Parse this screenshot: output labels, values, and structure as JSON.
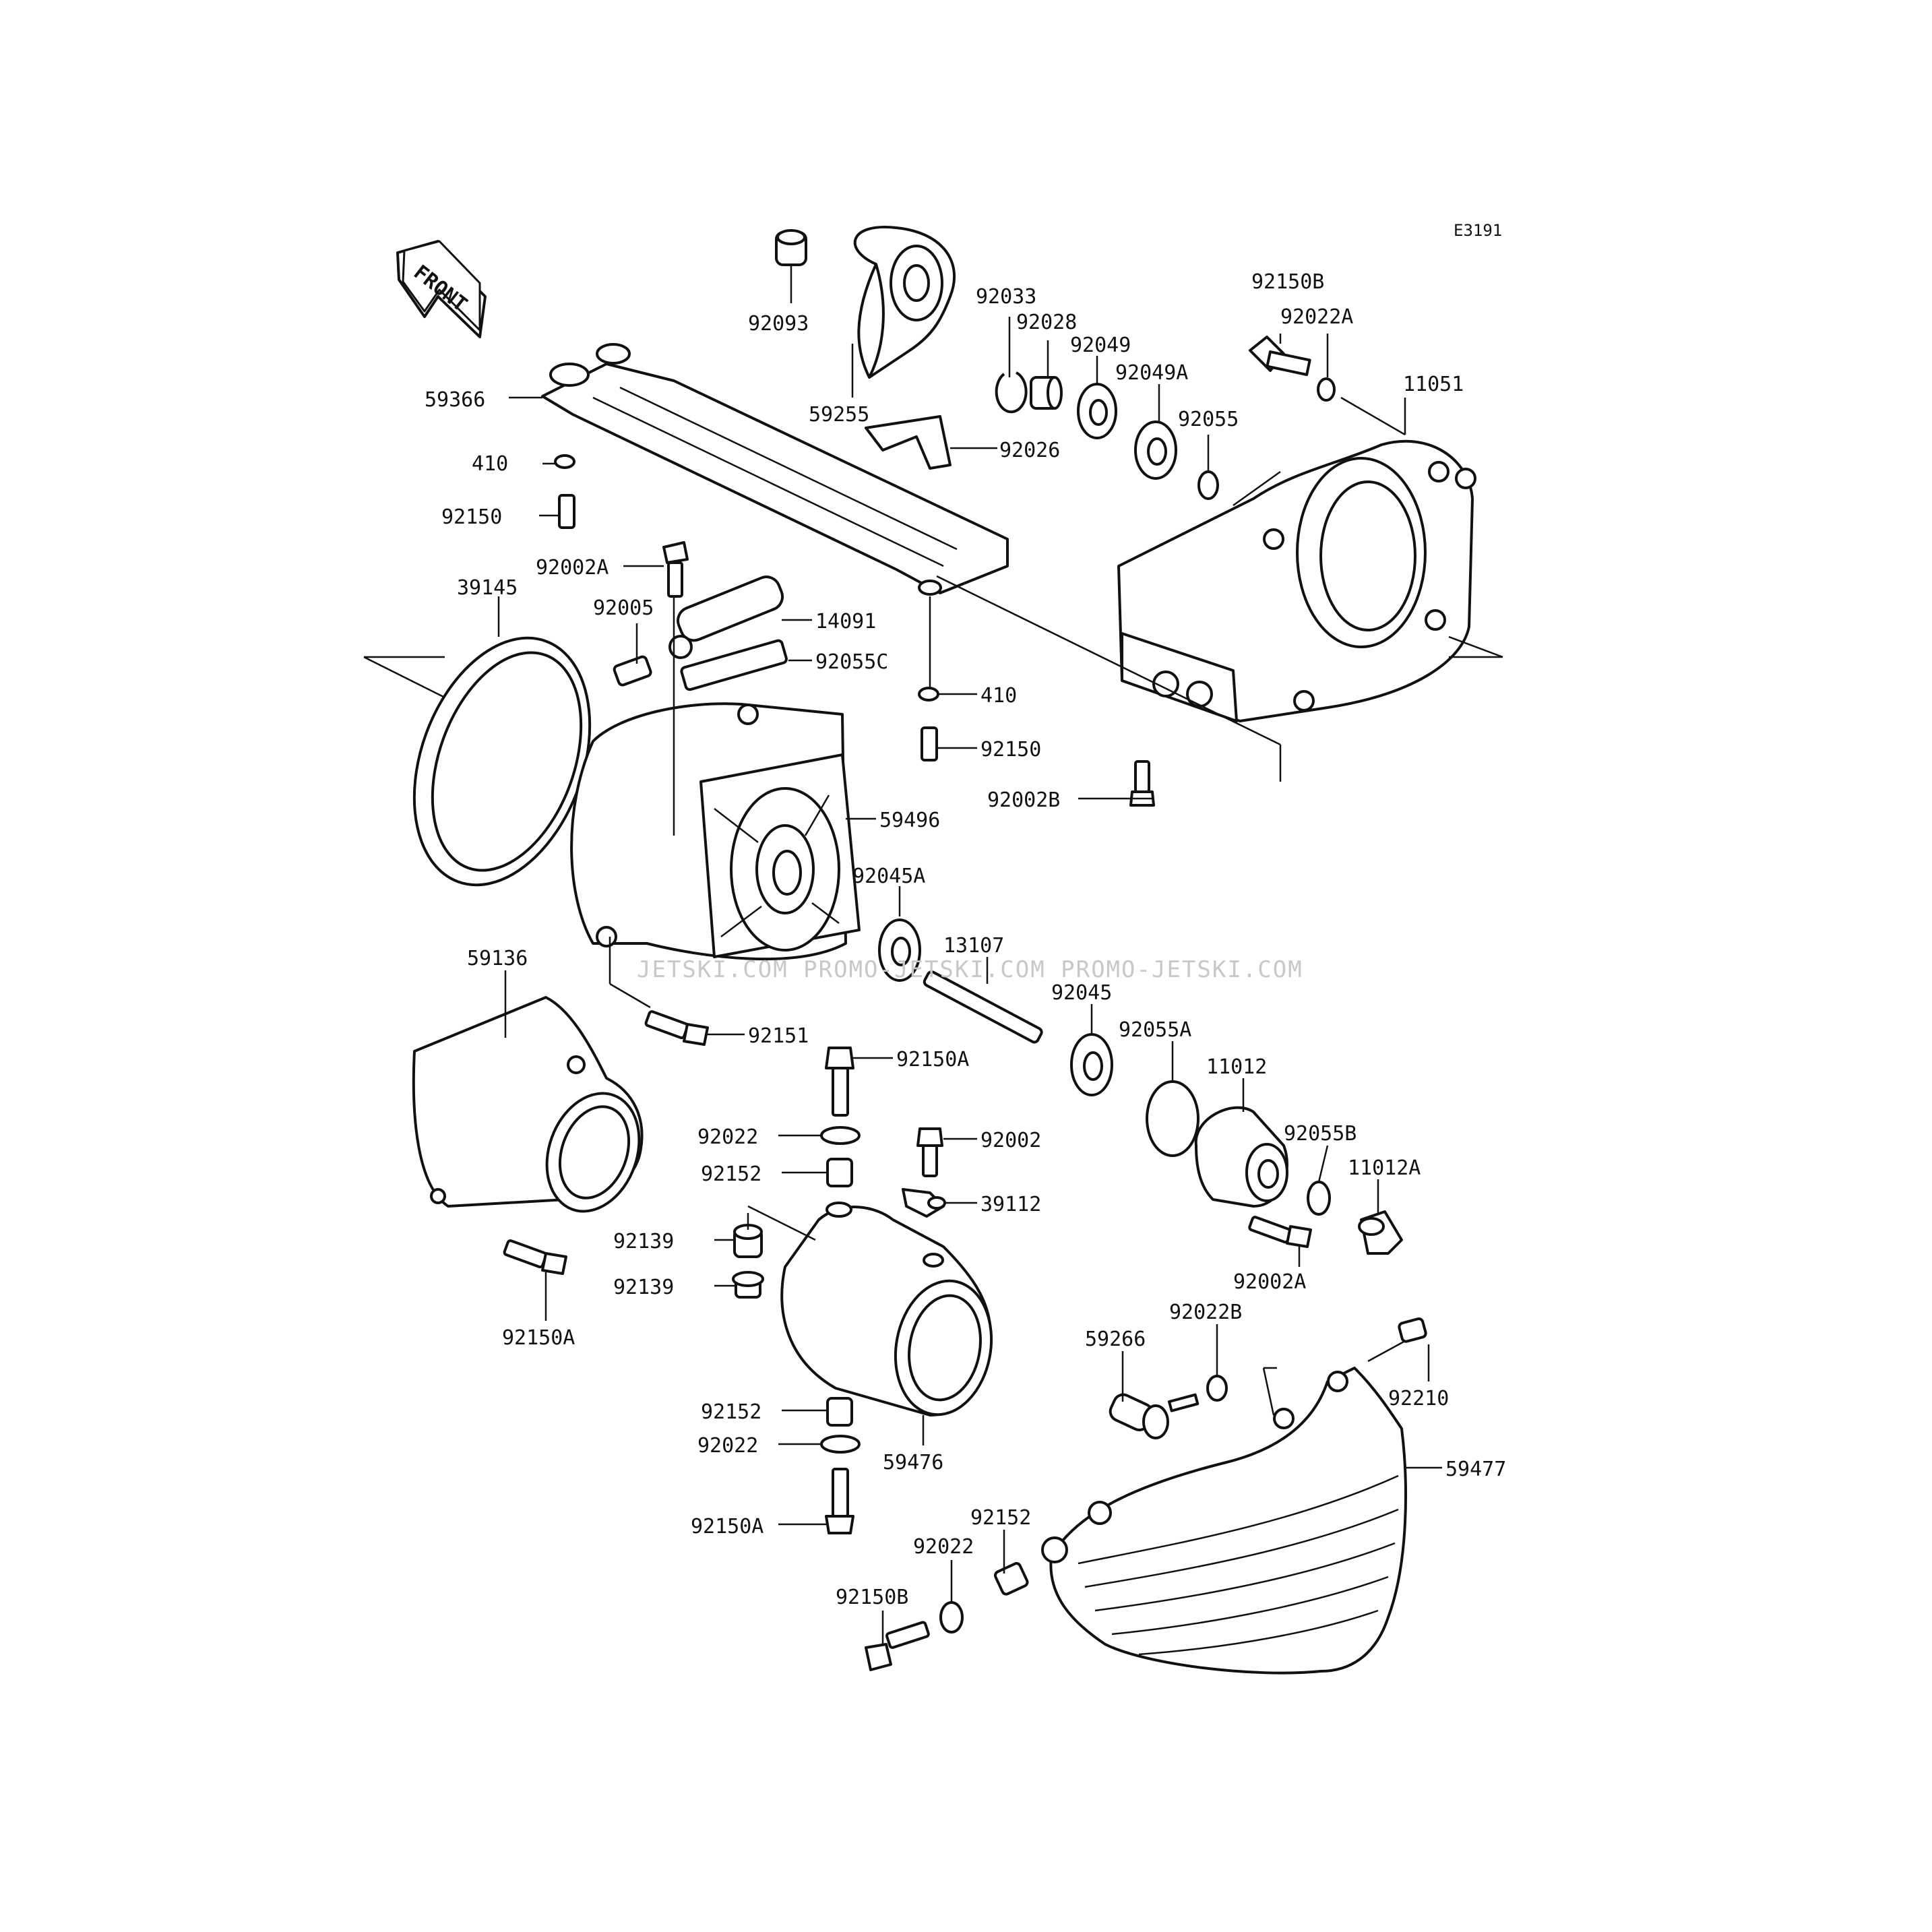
{
  "diagram": {
    "code": "E3191",
    "front_label": "FRONT",
    "watermark": "JETSKI.COM  PROMO-JETSKI.COM  PROMO-JETSKI.COM"
  },
  "part_labels": {
    "p92093": "92093",
    "p59255": "59255",
    "p92033": "92033",
    "p92028": "92028",
    "p92049": "92049",
    "p92049A": "92049A",
    "p92055": "92055",
    "p92026": "92026",
    "p92150B_top": "92150B",
    "p92022A": "92022A",
    "p11051": "11051",
    "p59366": "59366",
    "p410_left": "410",
    "p92150_left": "92150",
    "p92002A_mid": "92002A",
    "p39145": "39145",
    "p92005": "92005",
    "p14091": "14091",
    "p92055C": "92055C",
    "p410_right": "410",
    "p92150_right": "92150",
    "p92002B": "92002B",
    "p59496": "59496",
    "p92045A": "92045A",
    "p13107": "13107",
    "p92045": "92045",
    "p59136": "59136",
    "p92151": "92151",
    "p92055A": "92055A",
    "p11012": "11012",
    "p92150A_mid": "92150A",
    "p92022_a": "92022",
    "p92002": "92002",
    "p92055B": "92055B",
    "p11012A": "11012A",
    "p92152_a": "92152",
    "p39112": "39112",
    "p92139_a": "92139",
    "p92139_b": "92139",
    "p92002A_low": "92002A",
    "p92150A_left": "92150A",
    "p59266": "59266",
    "p92022B": "92022B",
    "p92210": "92210",
    "p92152_b": "92152",
    "p92022_b": "92022",
    "p59476": "59476",
    "p59477": "59477",
    "p92150A_bottom": "92150A",
    "p92152_c": "92152",
    "p92022_c": "92022",
    "p92150B_bottom": "92150B"
  }
}
